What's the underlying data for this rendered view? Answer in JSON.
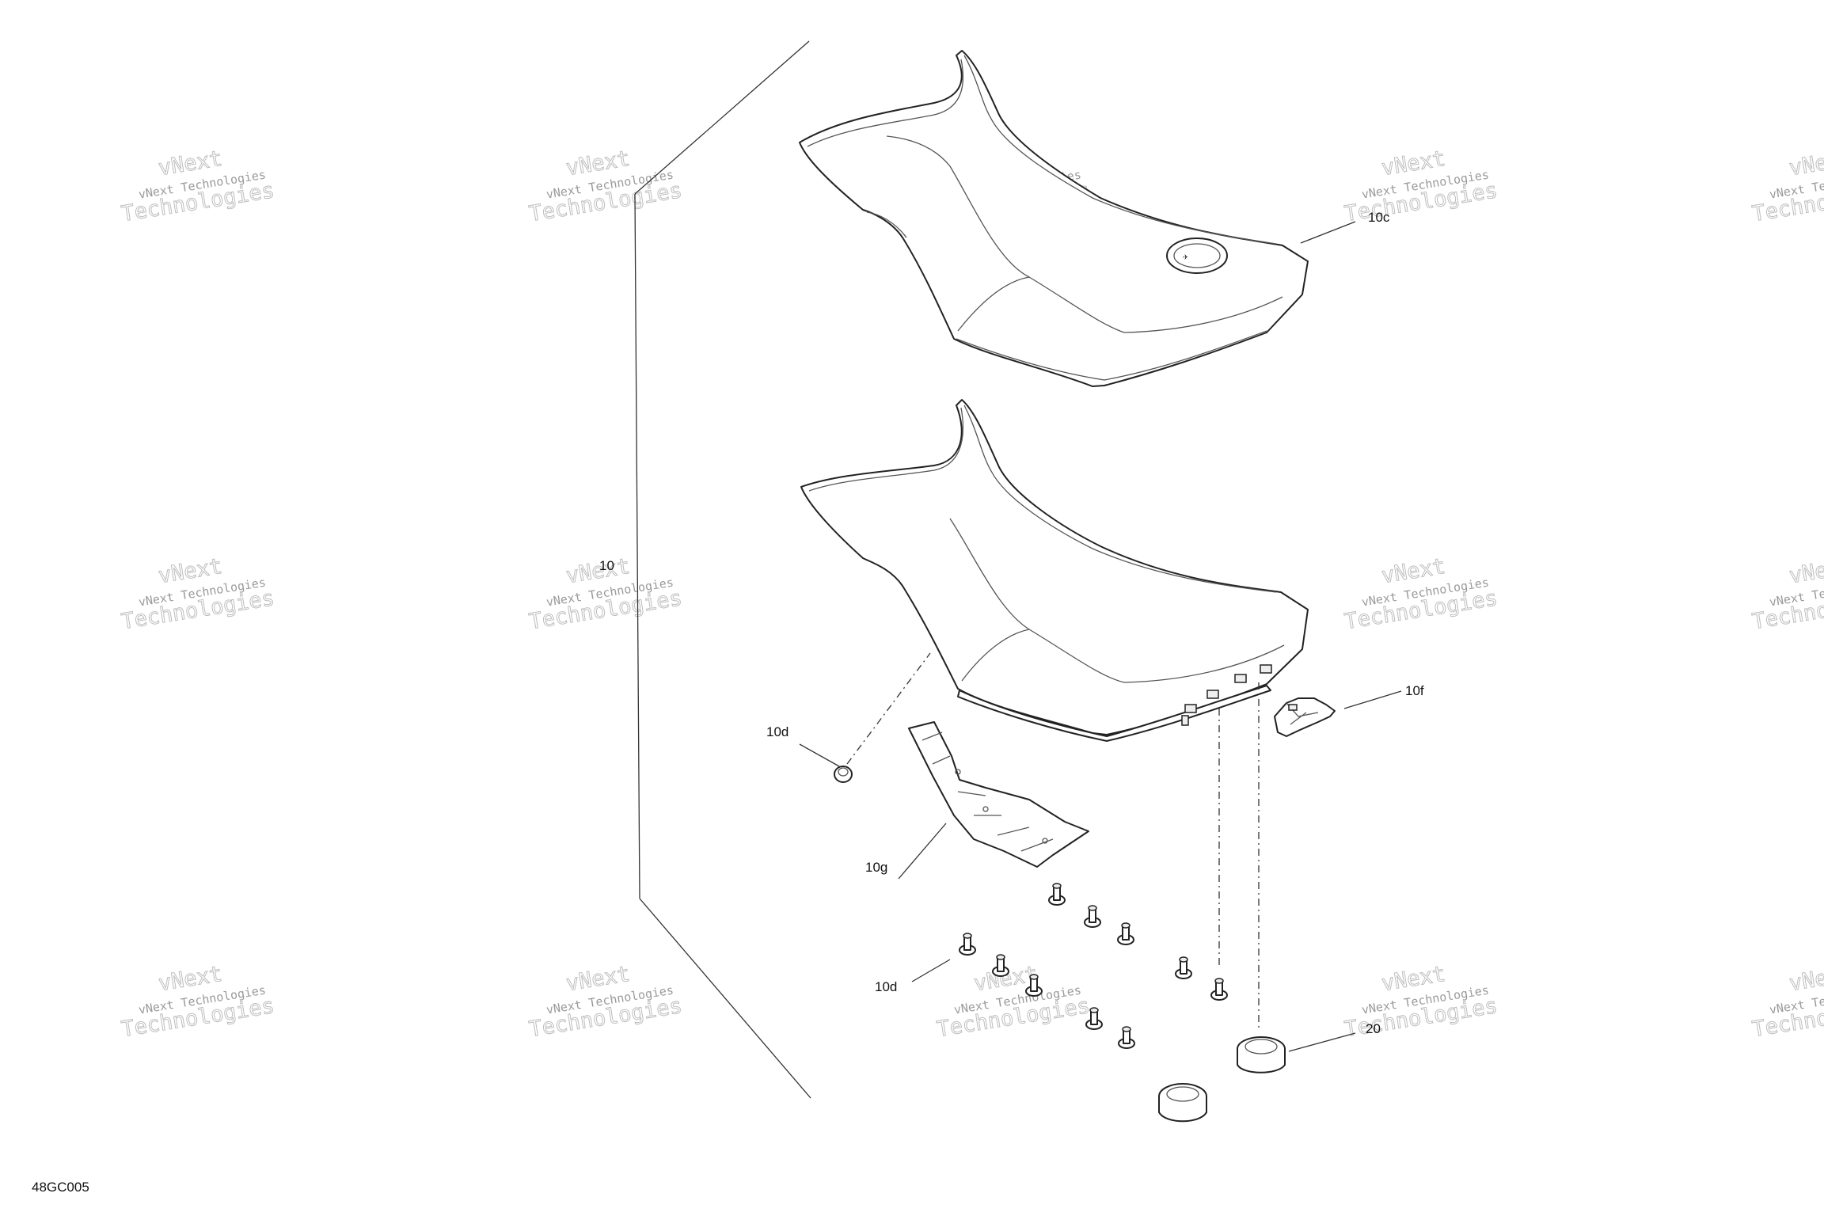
{
  "drawing": {
    "code": "48GC005",
    "callouts": {
      "assembly": "10",
      "cover": "10c",
      "grommet": "10d",
      "stud": "10d",
      "bracket": "10f",
      "pad": "10g",
      "knob": "20"
    }
  },
  "watermark": {
    "line1": "vNext Technologies",
    "line2": "vNext",
    "line3": "Technologies"
  },
  "colors": {
    "line": "#222222",
    "watermark": "#9a9a9a"
  }
}
